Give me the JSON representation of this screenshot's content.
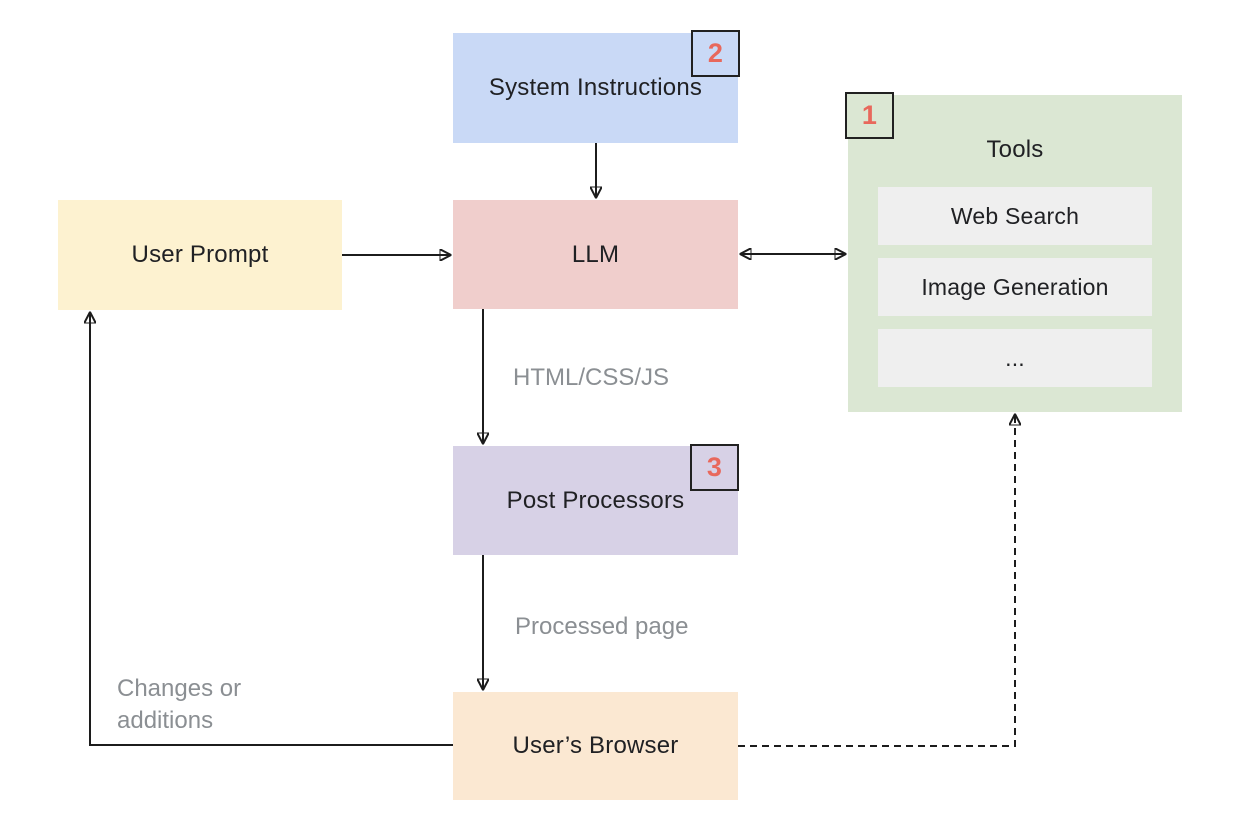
{
  "diagram": {
    "background_color": "#ffffff",
    "arrow_color": "#1c1c1c",
    "label_text_color": "#202124",
    "muted_text_color": "#8b8f93",
    "badge": {
      "number_color": "#e8685c",
      "border_color": "#212121"
    },
    "nodes": {
      "user_prompt": {
        "label": "User Prompt",
        "color": "#fdf2d0"
      },
      "system_instructions": {
        "label": "System Instructions",
        "badge": "2",
        "color": "#c9d9f6"
      },
      "llm": {
        "label": "LLM",
        "color": "#f0cecc"
      },
      "tools": {
        "label": "Tools",
        "badge": "1",
        "color": "#dbe7d3",
        "item_color": "#efefef",
        "items": [
          {
            "label": "Web Search"
          },
          {
            "label": "Image Generation"
          },
          {
            "label": "..."
          }
        ]
      },
      "post_processors": {
        "label": "Post Processors",
        "badge": "3",
        "color": "#d7d1e6"
      },
      "users_browser": {
        "label": "User’s Browser",
        "color": "#fbe8d2"
      }
    },
    "edges": [
      {
        "from": "system_instructions",
        "to": "llm",
        "style": "solid",
        "label": ""
      },
      {
        "from": "user_prompt",
        "to": "llm",
        "style": "solid",
        "label": ""
      },
      {
        "from": "llm",
        "to": "tools",
        "style": "solid",
        "bidirectional": true,
        "label": ""
      },
      {
        "from": "llm",
        "to": "post_processors",
        "style": "solid",
        "label": "HTML/CSS/JS"
      },
      {
        "from": "post_processors",
        "to": "users_browser",
        "style": "solid",
        "label": "Processed page"
      },
      {
        "from": "users_browser",
        "to": "user_prompt",
        "style": "solid",
        "label": "Changes or\nadditions"
      },
      {
        "from": "users_browser",
        "to": "tools",
        "style": "dashed",
        "label": ""
      }
    ]
  }
}
